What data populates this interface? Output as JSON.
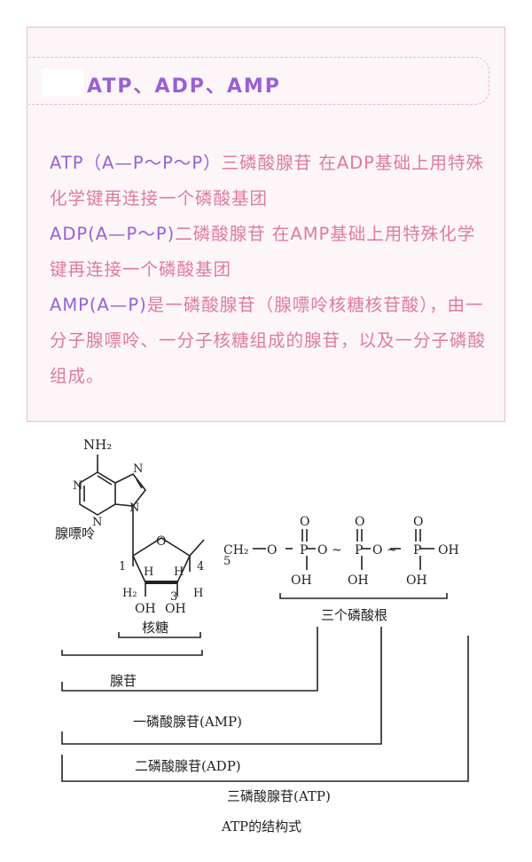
{
  "card": {
    "title": "ATP、ADP、AMP",
    "paragraphs": [
      {
        "tag": "ATP（A—P～P～P）",
        "text": "三磷酸腺苷 在ADP基础上用特殊化学键再连接一个磷酸基团"
      },
      {
        "tag": "ADP(A—P～P)",
        "text": "二磷酸腺苷 在AMP基础上用特殊化学键再连接一个磷酸基团"
      },
      {
        "tag": "AMP(A—P)",
        "text": "是一磷酸腺苷（腺嘌呤核糖核苷酸），由一分子腺嘌呤、一分子核糖组成的腺苷，以及一分子磷酸组成。"
      }
    ]
  },
  "diagram": {
    "nh2": "NH₂",
    "atom_n": "N",
    "adenine_label": "腺嘌呤",
    "c5": "5",
    "ch2": "CH₂",
    "o": "O",
    "oh": "OH",
    "h": "H",
    "h2": "H₂",
    "c1": "1",
    "c3": "3",
    "c4": "4",
    "ribose_label": "核糖",
    "phosphate_label": "三个磷酸根",
    "adenosine_label": "腺苷",
    "amp_label": "一磷酸腺苷(AMP)",
    "adp_label": "二磷酸腺苷(ADP)",
    "atp_label": "三磷酸腺苷(ATP)",
    "caption": "ATP的结构式"
  }
}
